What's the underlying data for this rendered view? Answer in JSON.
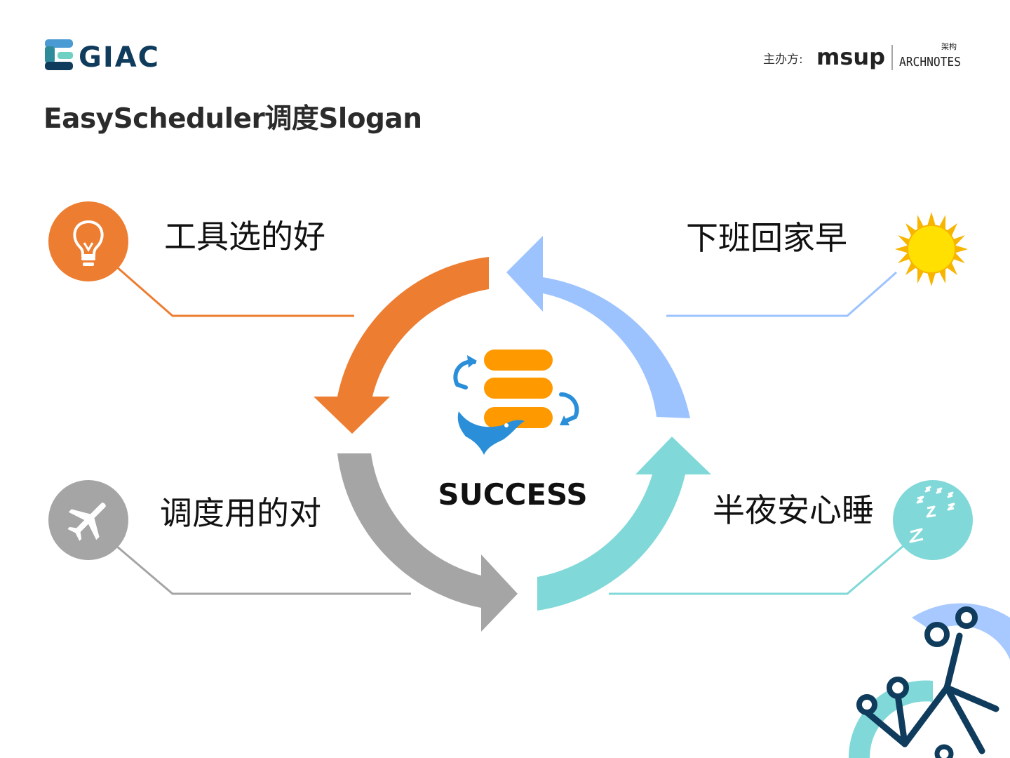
{
  "header": {
    "logo_text": "GIAC",
    "sponsor_label": "主办方:",
    "sponsor_brand_1": "msup",
    "sponsor_brand_2": "ARCHNOTES",
    "sponsor_brand_2_top": "架构"
  },
  "title": "EasyScheduler调度Slogan",
  "center": {
    "label": "SUCCESS"
  },
  "slogans": {
    "top_left": "工具选的好",
    "top_right": "下班回家早",
    "bottom_left": "调度用的对",
    "bottom_right": "半夜安心睡"
  },
  "icons": {
    "top_left": "lightbulb-icon",
    "top_right": "sun-icon",
    "bottom_left": "airplane-icon",
    "bottom_right": "sleep-icon",
    "center": "scheduler-database-icon"
  },
  "colors": {
    "orange": "#ED7D31",
    "blue": "#9DC3FF",
    "gray": "#A5A5A5",
    "teal": "#80D8D8",
    "navy": "#1F4E79"
  }
}
